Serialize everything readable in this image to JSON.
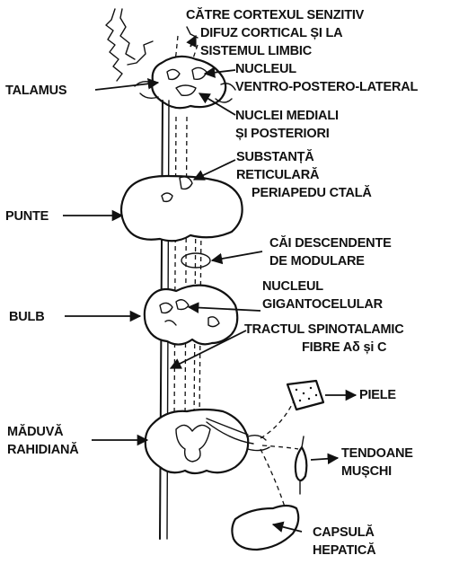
{
  "labels": {
    "cortex_line1": "CĂTRE CORTEXUL SENZITIV",
    "cortex_line2": "DIFUZ CORTICAL ȘI LA",
    "cortex_line3": "SISTEMUL LIMBIC",
    "talamus": "TALAMUS",
    "nucleul_vpl_line1": "NUCLEUL",
    "nucleul_vpl_line2": "VENTRO-POSTERO-LATERAL",
    "nuclei_mediali_line1": "NUCLEI MEDIALI",
    "nuclei_mediali_line2": "ȘI POSTERIORI",
    "substanta_line1": "SUBSTANȚĂ",
    "substanta_line2": "RETICULARĂ",
    "substanta_line3": "PERIAPEDU CTALĂ",
    "punte": "PUNTE",
    "cai_line1": "CĂI DESCENDENTE",
    "cai_line2": "DE MODULARE",
    "nucleul_gig_line1": "NUCLEUL",
    "nucleul_gig_line2": "GIGANTOCELULAR",
    "bulb": "BULB",
    "tractul": "TRACTUL SPINOTALAMIC",
    "fibre": "FIBRE Aδ și C",
    "piele": "PIELE",
    "maduva_line1": "MĂDUVĂ",
    "maduva_line2": "RAHIDIANĂ",
    "tendoane_line1": "TENDOANE",
    "tendoane_line2": "MUȘCHI",
    "capsula_line1": "CAPSULĂ",
    "capsula_line2": "HEPATICĂ"
  },
  "icons": {
    "talamus": "thalamus-section",
    "punte": "pons-section",
    "bulb": "medulla-section",
    "maduva": "spinal-cord-section",
    "piele": "skin-patch",
    "muschi": "muscle-tendon",
    "ficat": "liver"
  },
  "colors": {
    "ink": "#111111",
    "background": "#ffffff"
  }
}
